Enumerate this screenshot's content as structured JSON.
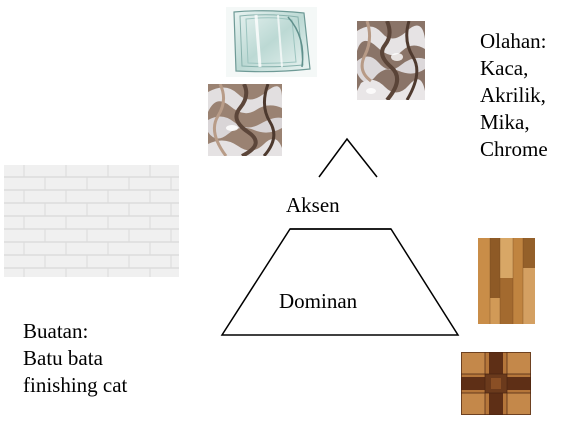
{
  "diagram": {
    "accent_label": "Aksen",
    "dominant_label": "Dominan"
  },
  "processed": {
    "lines": [
      "Olahan:",
      "Kaca,",
      "Akrilik,",
      "Mika,",
      "Chrome"
    ]
  },
  "made": {
    "lines": [
      "Buatan:",
      "Batu bata",
      "finishing cat"
    ]
  },
  "colors": {
    "line": "#000000",
    "glass": "#8fb7b3",
    "chrome": "#8a7a70",
    "brick": "#f2f2f2",
    "wood": "#a8702e",
    "parquet": "#6b3a1c"
  }
}
